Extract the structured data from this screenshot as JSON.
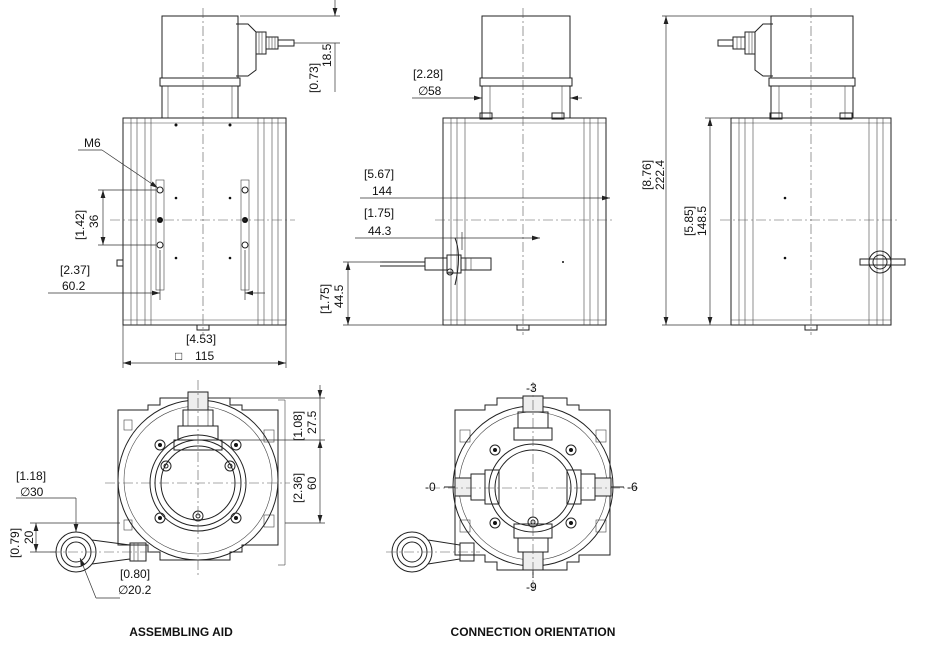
{
  "captions": {
    "assembling_aid": "ASSEMBLING AID",
    "connection_orientation": "CONNECTION ORIENTATION"
  },
  "view1": {
    "thread": "M6",
    "conn_height_in": "[0.73]",
    "conn_height_mm": "18.5",
    "hole_spacing_in": "[1.42]",
    "hole_spacing_mm": "36",
    "hole_span_in": "[2.37]",
    "hole_span_mm": "60.2",
    "square_in": "[4.53]",
    "square_mm": "115"
  },
  "view2": {
    "dia_in": "[2.28]",
    "dia_mm": "58",
    "dist1_in": "[5.67]",
    "dist1_mm": "144",
    "dist2_in": "[1.75]",
    "dist2_mm": "44.3",
    "height_in": "[1.75]",
    "height_mm": "44.5"
  },
  "view3": {
    "total_in": "[8.76]",
    "total_mm": "222.4",
    "body_in": "[5.85]",
    "body_mm": "148.5"
  },
  "view4": {
    "top_in": "[1.08]",
    "top_mm": "27.5",
    "mid_in": "[2.36]",
    "mid_mm": "60",
    "dia_in": "[1.18]",
    "dia_mm": "30",
    "offset_in": "[0.79]",
    "offset_mm": "20",
    "hole_in": "[0.80]",
    "hole_mm": "20.2"
  },
  "view5": {
    "pos_top": "-3",
    "pos_left": "-0",
    "pos_right": "-6",
    "pos_bottom": "-9"
  },
  "symbols": {
    "diameter": "∅",
    "square": "□"
  }
}
